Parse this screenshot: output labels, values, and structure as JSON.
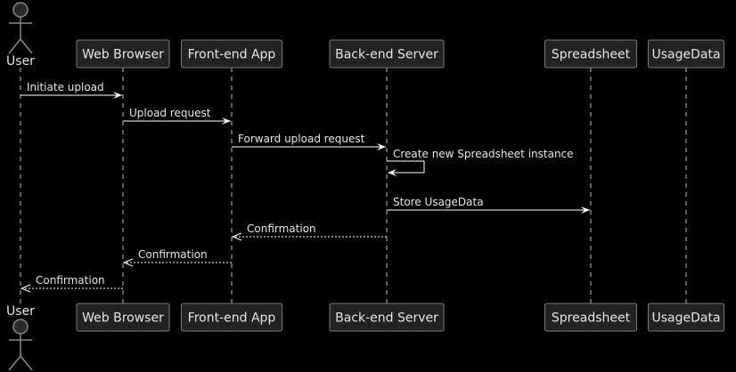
{
  "participants": [
    {
      "id": "user",
      "label": "User",
      "kind": "actor"
    },
    {
      "id": "browser",
      "label": "Web Browser",
      "kind": "box"
    },
    {
      "id": "frontend",
      "label": "Front-end App",
      "kind": "box"
    },
    {
      "id": "backend",
      "label": "Back-end Server",
      "kind": "box"
    },
    {
      "id": "spreadsheet",
      "label": "Spreadsheet",
      "kind": "box"
    },
    {
      "id": "usagedata",
      "label": "UsageData",
      "kind": "box"
    }
  ],
  "messages": [
    {
      "from": "user",
      "to": "browser",
      "label": "Initiate upload",
      "style": "solid"
    },
    {
      "from": "browser",
      "to": "frontend",
      "label": "Upload request",
      "style": "solid"
    },
    {
      "from": "frontend",
      "to": "backend",
      "label": "Forward upload request",
      "style": "solid"
    },
    {
      "from": "backend",
      "to": "backend",
      "label": "Create new Spreadsheet instance",
      "style": "solid"
    },
    {
      "from": "backend",
      "to": "spreadsheet",
      "label": "Store UsageData",
      "style": "solid"
    },
    {
      "from": "backend",
      "to": "frontend",
      "label": "Confirmation",
      "style": "dashed"
    },
    {
      "from": "frontend",
      "to": "browser",
      "label": "Confirmation",
      "style": "dashed"
    },
    {
      "from": "browser",
      "to": "user",
      "label": "Confirmation",
      "style": "dashed"
    }
  ],
  "colors": {
    "background": "#000000",
    "box_fill": "#222222",
    "box_border": "#7a7a7a",
    "text": "#e6e6e6",
    "arrow": "#ffffff",
    "lifeline": "#bbbbbb"
  }
}
